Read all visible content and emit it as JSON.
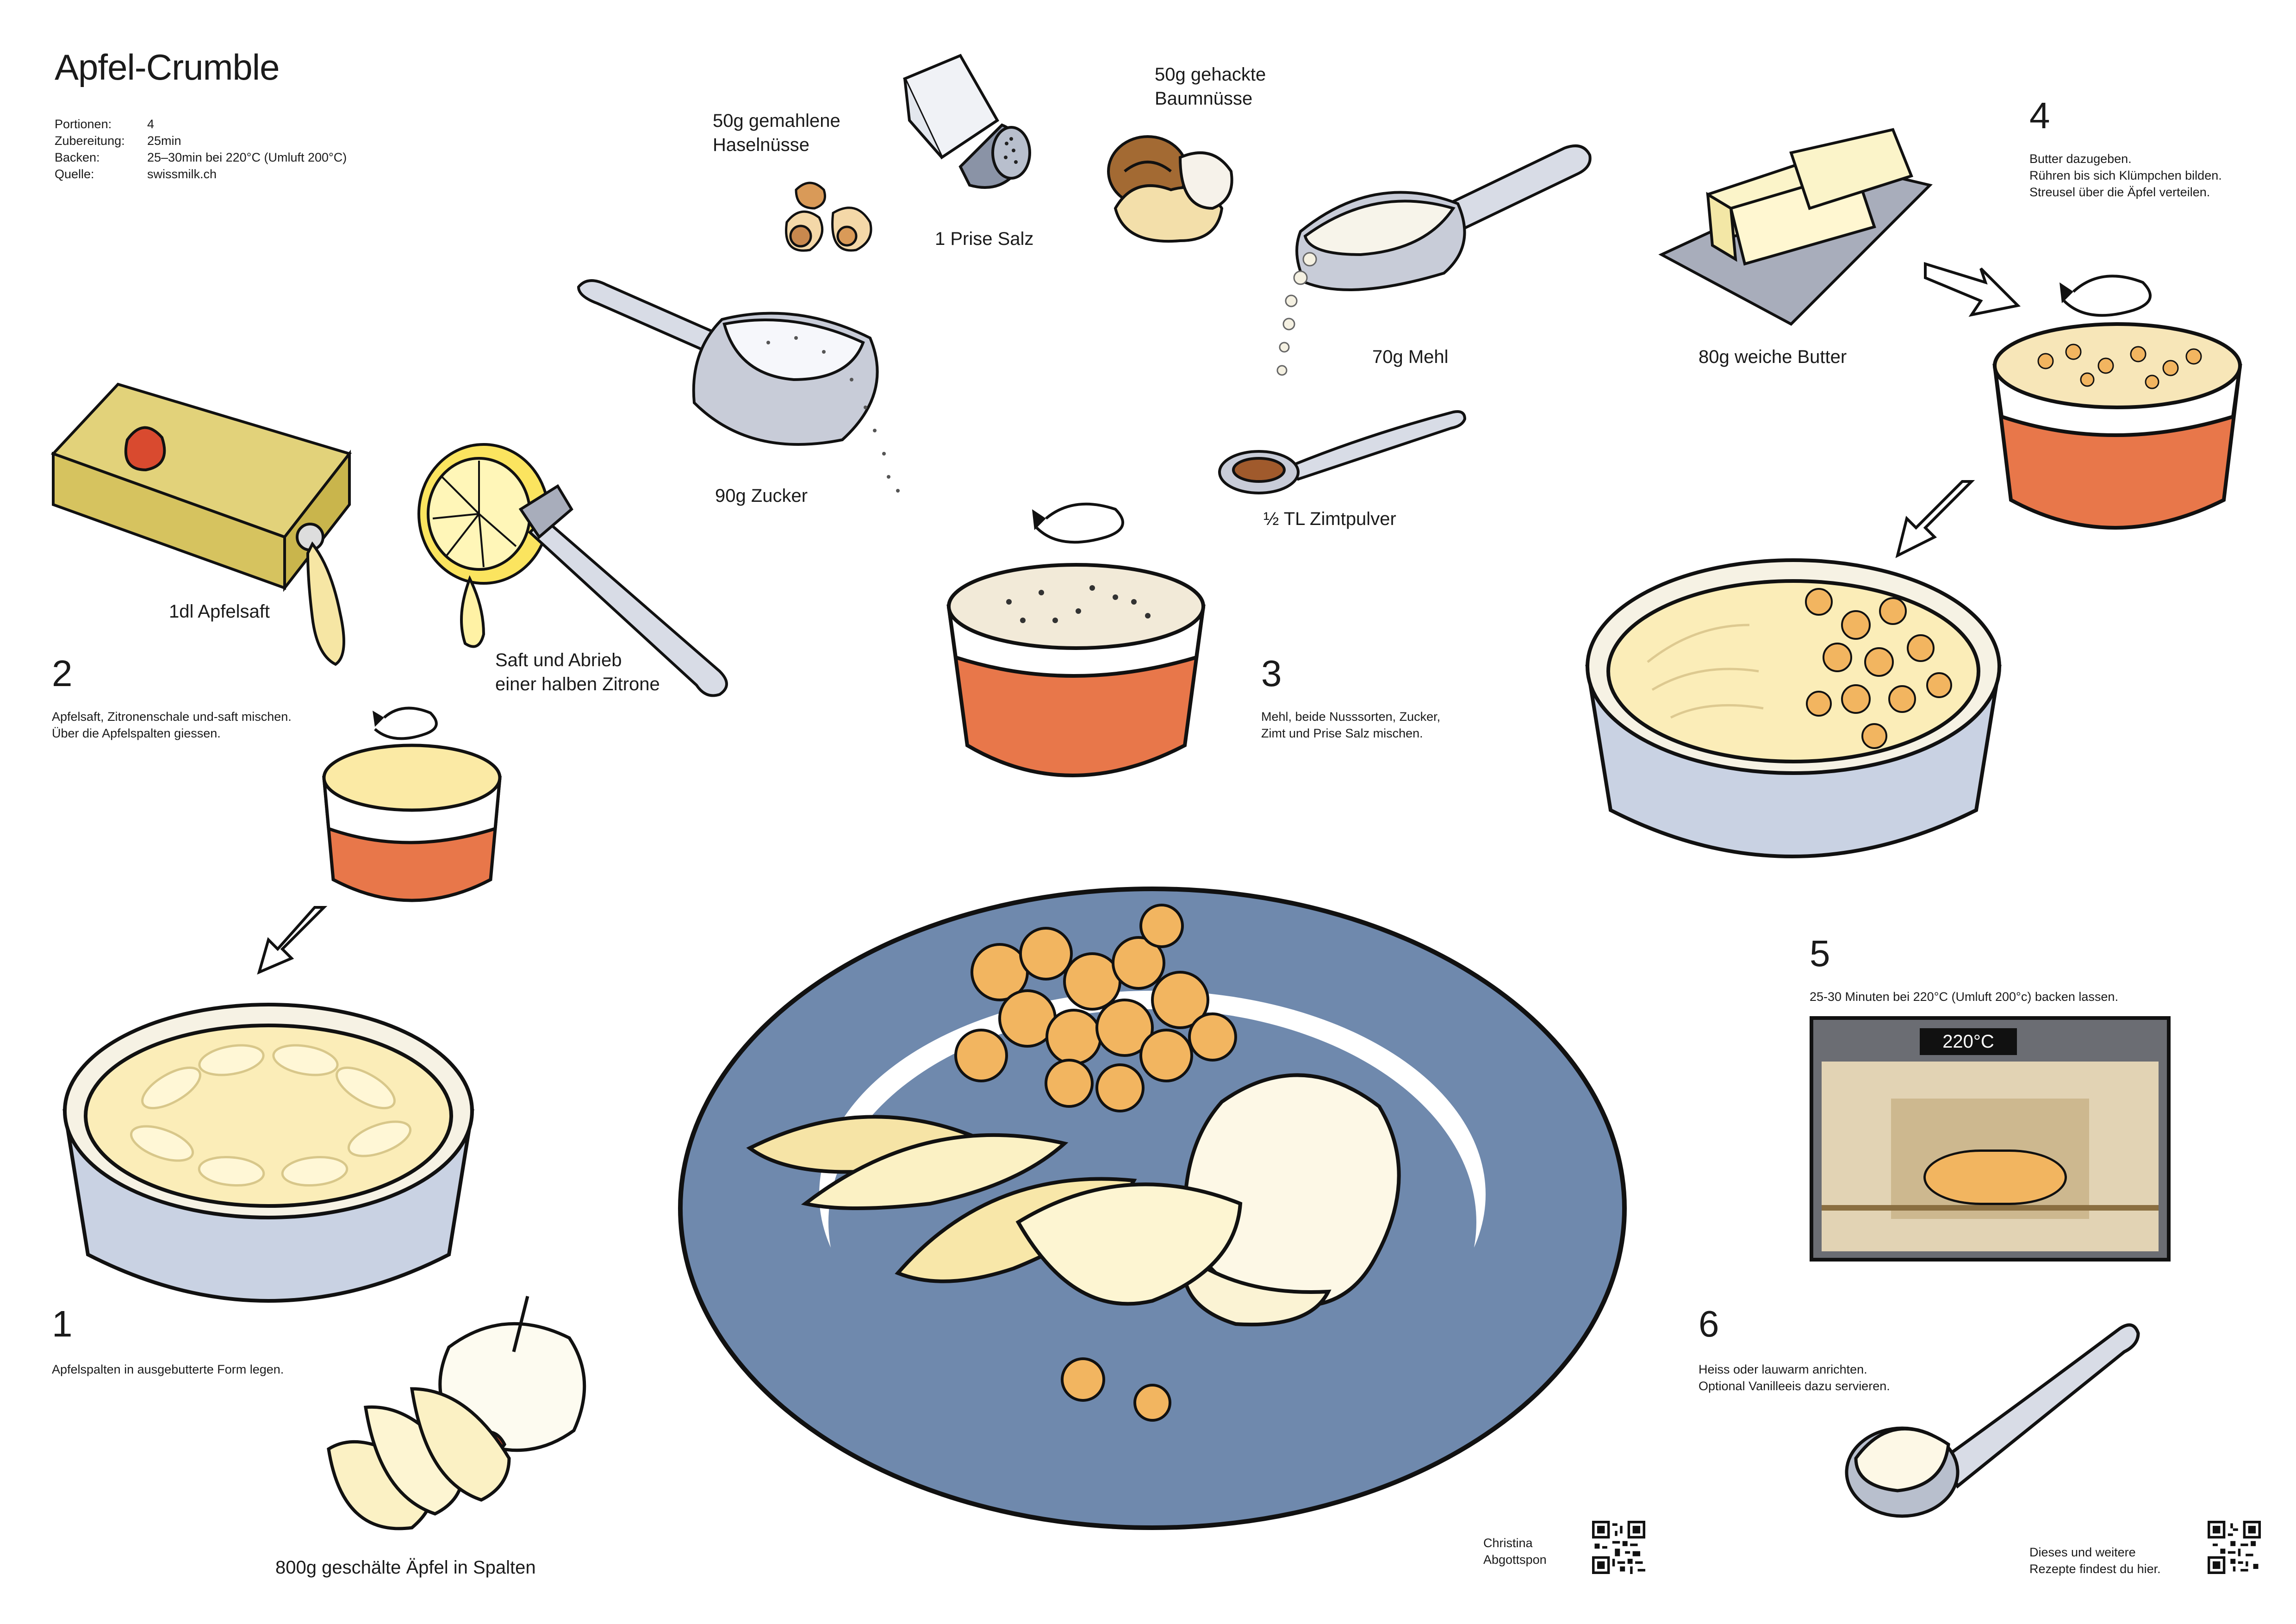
{
  "title": "Apfel-Crumble",
  "meta": [
    {
      "k": "Portionen:",
      "v": "4"
    },
    {
      "k": "Zubereitung:",
      "v": "25min"
    },
    {
      "k": "Backen:",
      "v": "25–30min bei 220°C (Umluft 200°C)"
    },
    {
      "k": "Quelle:",
      "v": "swissmilk.ch"
    }
  ],
  "ingredients": {
    "hazelnuts": [
      "50g gemahlene",
      "Haselnüsse"
    ],
    "salt": "1 Prise Salz",
    "walnuts": [
      "50g gehackte",
      "Baumnüsse"
    ],
    "sugar": "90g Zucker",
    "flour": "70g Mehl",
    "butter": "80g weiche Butter",
    "cinnamon": "½ TL Zimtpulver",
    "apple_juice": "1dl Apfelsaft",
    "lemon": [
      "Saft und Abrieb",
      "einer halben Zitrone"
    ],
    "apples": "800g geschälte Äpfel in Spalten"
  },
  "steps": [
    {
      "num": "1",
      "text": [
        "Apfelspalten in ausgebutterte Form legen."
      ]
    },
    {
      "num": "2",
      "text": [
        "Apfelsaft, Zitronenschale und-saft mischen.",
        "Über die Apfelspalten giessen."
      ]
    },
    {
      "num": "3",
      "text": [
        "Mehl, beide Nusssorten, Zucker,",
        "Zimt und Prise Salz mischen."
      ]
    },
    {
      "num": "4",
      "text": [
        "Butter dazugeben.",
        "Rühren bis sich Klümpchen bilden.",
        "Streusel über die Äpfel verteilen."
      ]
    },
    {
      "num": "5",
      "text": [
        "25-30 Minuten bei 220°C (Umluft 200°c) backen lassen."
      ]
    },
    {
      "num": "6",
      "text": [
        "Heiss oder lauwarm anrichten.",
        "Optional Vanilleeis dazu servieren."
      ]
    }
  ],
  "oven_display": "220°C",
  "author": [
    "Christina",
    "Abgottspon"
  ],
  "more_recipes": [
    "Dieses und weitere",
    "Rezepte findest du hier."
  ],
  "colors": {
    "orange": "#e8774a",
    "plate": "#6f89ad",
    "cream": "#fbf1c4",
    "crumble": "#f2b560",
    "juice_box": "#d9c86a",
    "apple_red": "#d94a2f"
  }
}
